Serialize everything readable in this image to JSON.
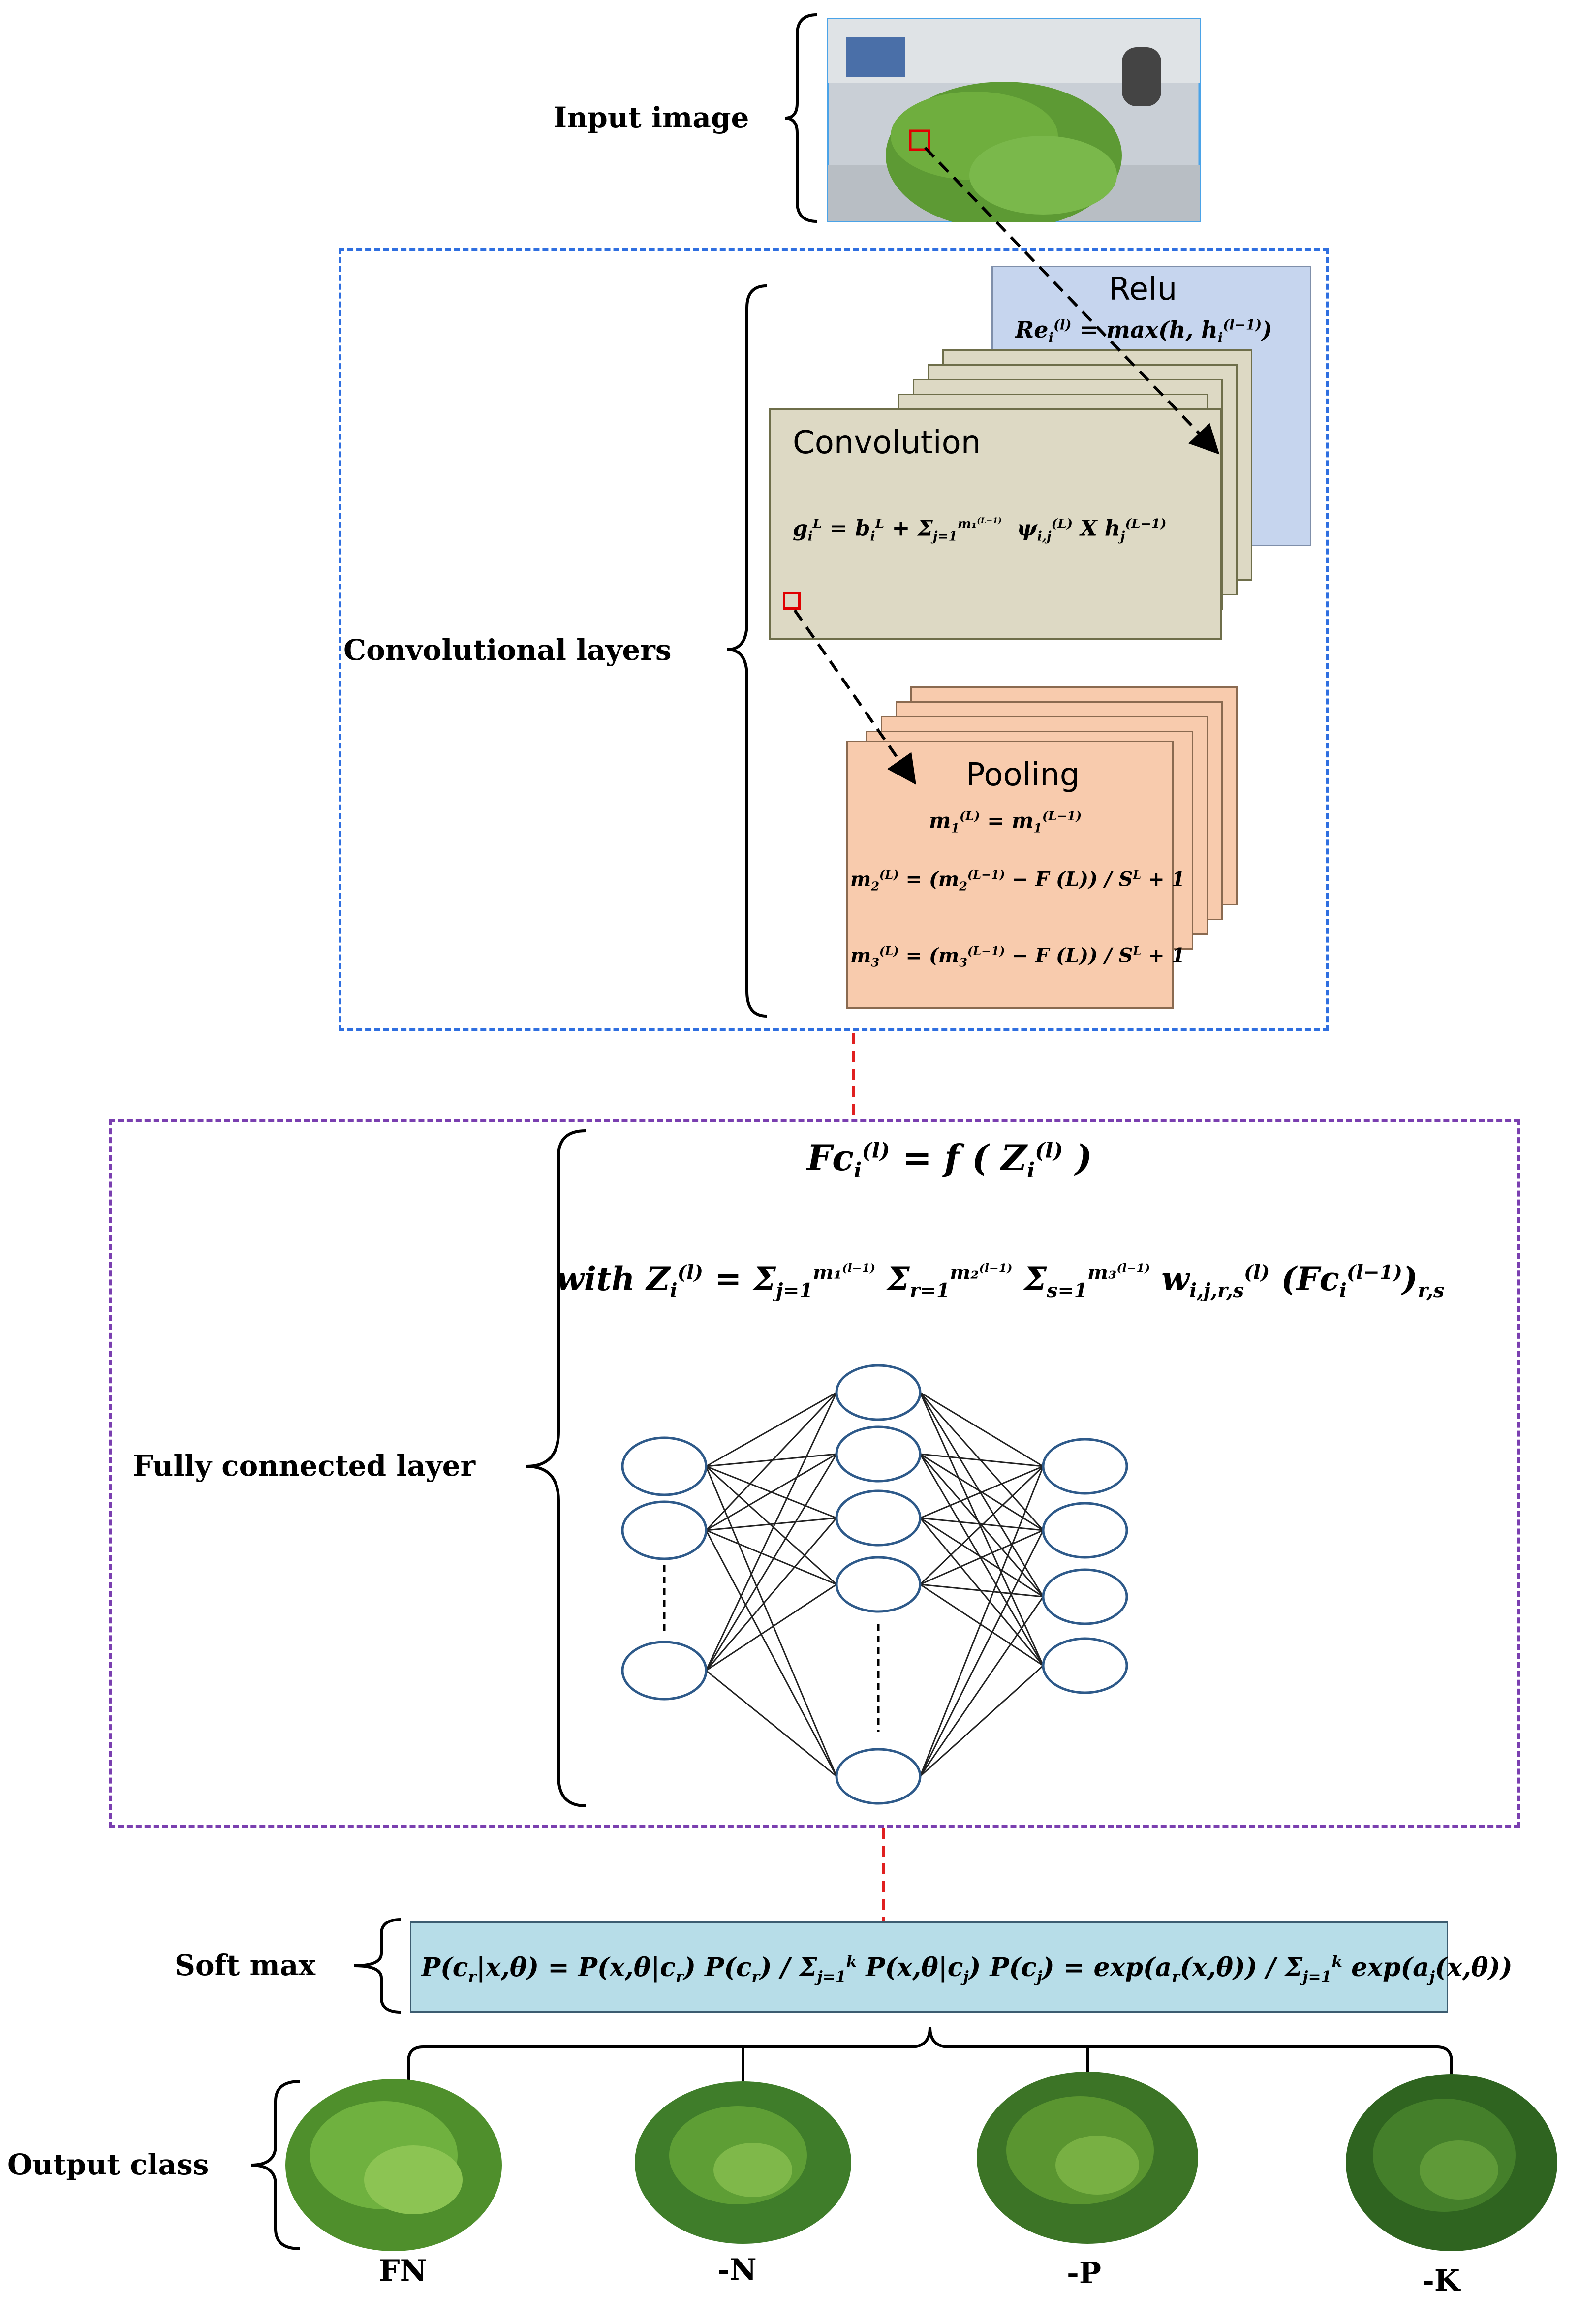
{
  "labels": {
    "input_image": "Input image",
    "convolutional_layers": "Convolutional layers",
    "fully_connected_layer": "Fully connected layer",
    "soft_max": "Soft max",
    "output_class": "Output class"
  },
  "conv": {
    "relu_title": "Relu",
    "relu_formula": "Re_i^(l) = max(h, h_i^(l−1))",
    "convolution_title": "Convolution",
    "convolution_formula": "g_i^L = b_i^L + Σ_{j=1}^{m_1^(L−1)} ψ_{i,j}^(L) X h_j^(L−1)",
    "pooling_title": "Pooling",
    "pooling_formula_1": "m_1^(L) = m_1^(L−1)",
    "pooling_formula_2": "m_2^(L) = (m_2^(L−1) − F (L)) / S^L + 1",
    "pooling_formula_3": "m_3^(L) = (m_3^(L−1) − F (L)) / S^L + 1"
  },
  "fc": {
    "formula_1": "Fc_i^(l) = f(Z_i^(l))",
    "formula_2": "with Z_i^(l) = Σ_{j=1}^{m_1^(l−1)} Σ_{r=1}^{m_2^(l−1)} Σ_{s=1}^{m_3^(l−1)} w_{i,j,r,s}^(l) (Fc_i^(l−1))_{r,s}"
  },
  "softmax": {
    "formula": "P(c_r|x,θ) = P(x,θ|c_r) P(c_r) / Σ_{j=1}^k P(x,θ|c_j) P(c_j) = exp(a_r(x,θ)) / Σ_{j=1}^k exp(a_j(x,θ))"
  },
  "classes": [
    "FN",
    "-N",
    "-P",
    "-K"
  ],
  "colors": {
    "conv_box_border": "#2f6fe0",
    "fc_box_border": "#7a3fb0",
    "connector": "#e02020",
    "relu_fill": "#c6d5ee",
    "convolution_fill": "#ddd9c4",
    "pooling_fill": "#f8cbad",
    "softmax_fill": "#b7dde8",
    "node_stroke": "#2e5a8a",
    "plant_green": "#3f7d2a"
  }
}
